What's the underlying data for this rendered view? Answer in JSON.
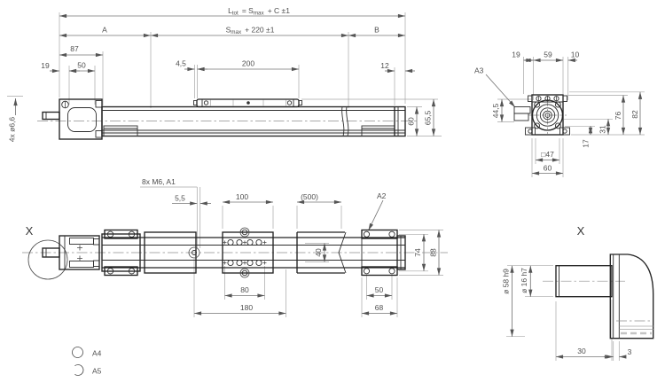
{
  "colors": {
    "bg": "#ffffff",
    "line": "#232323",
    "dim": "#757575",
    "ext": "#a6a6a6",
    "text": "#4f4f4f"
  },
  "side_view": {
    "formula": {
      "p1": "L",
      "s1": "tot",
      "p2": "= S",
      "s2": "max",
      "p3": "+ C ±1"
    },
    "stroke_formula": {
      "p1": "S",
      "s1": "max",
      "p2": "+ 220 ±1"
    },
    "a": "A",
    "b": "B",
    "d87": "87",
    "d19": "19",
    "d50": "50",
    "d45": "4,5",
    "d200": "200",
    "d12": "12",
    "d60": "60",
    "d655": "65,5",
    "holes": "4x ø6,6"
  },
  "end_view": {
    "a3": "A3",
    "d19": "19",
    "d59": "59",
    "d10": "10",
    "d445": "44,5",
    "d17": "17",
    "d31": "31",
    "d76": "76",
    "d82": "82",
    "d47": "□47",
    "d60": "60"
  },
  "top_view": {
    "x": "X",
    "m6": "8x M6, A1",
    "d55": "5,5",
    "d100": "100",
    "d500": "(500)",
    "a2": "A2",
    "d40": "40",
    "d80": "80",
    "d180": "180",
    "d50": "50",
    "d68": "68",
    "d74": "74",
    "d88": "88"
  },
  "detail_view": {
    "x": "X",
    "d58": "ø 58 h9",
    "d16": "ø 16 h7",
    "d30": "30",
    "d3": "3"
  },
  "legend": {
    "a4": "A4",
    "a5": "A5"
  }
}
